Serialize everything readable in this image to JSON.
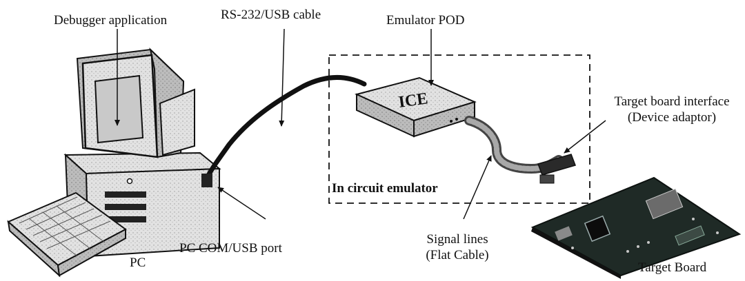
{
  "labels": {
    "debugger_application": "Debugger application",
    "cable": "RS-232/USB cable",
    "emulator_pod": "Emulator POD",
    "target_interface_line1": "Target board interface",
    "target_interface_line2": "(Device adaptor)",
    "in_circuit_emulator": "In circuit emulator",
    "pc_port": "PC COM/USB port",
    "signal_lines_line1": "Signal lines",
    "signal_lines_line2": "(Flat Cable)",
    "pc": "PC",
    "target_board": "Target Board",
    "pod_text": "ICE"
  },
  "colors": {
    "ink": "#111111",
    "box_face": "#e6e6e6",
    "box_side": "#bdbdbd",
    "screen": "#c9c9c9",
    "board": "#1f2a26"
  }
}
